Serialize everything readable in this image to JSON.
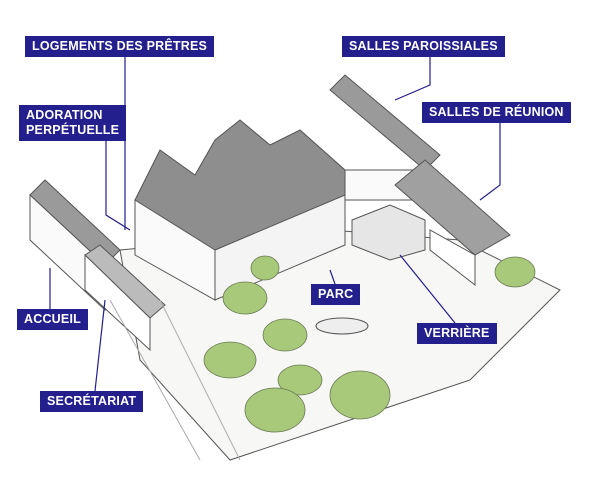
{
  "colors": {
    "label_bg": "#231f8c",
    "label_text": "#ffffff",
    "tree": "#a8c97a",
    "roof": "#8e8e8e"
  },
  "labels": {
    "logements": "LOGEMENTS DES PRÊTRES",
    "adoration_1": "ADORATION",
    "adoration_2": "PERPÉTUELLE",
    "salles_paroissiales": "SALLES PAROISSIALES",
    "salles_reunion": "SALLES DE RÉUNION",
    "accueil": "ACCUEIL",
    "secretariat": "SECRÉTARIAT",
    "parc": "PARC",
    "verriere": "VERRIÈRE"
  }
}
